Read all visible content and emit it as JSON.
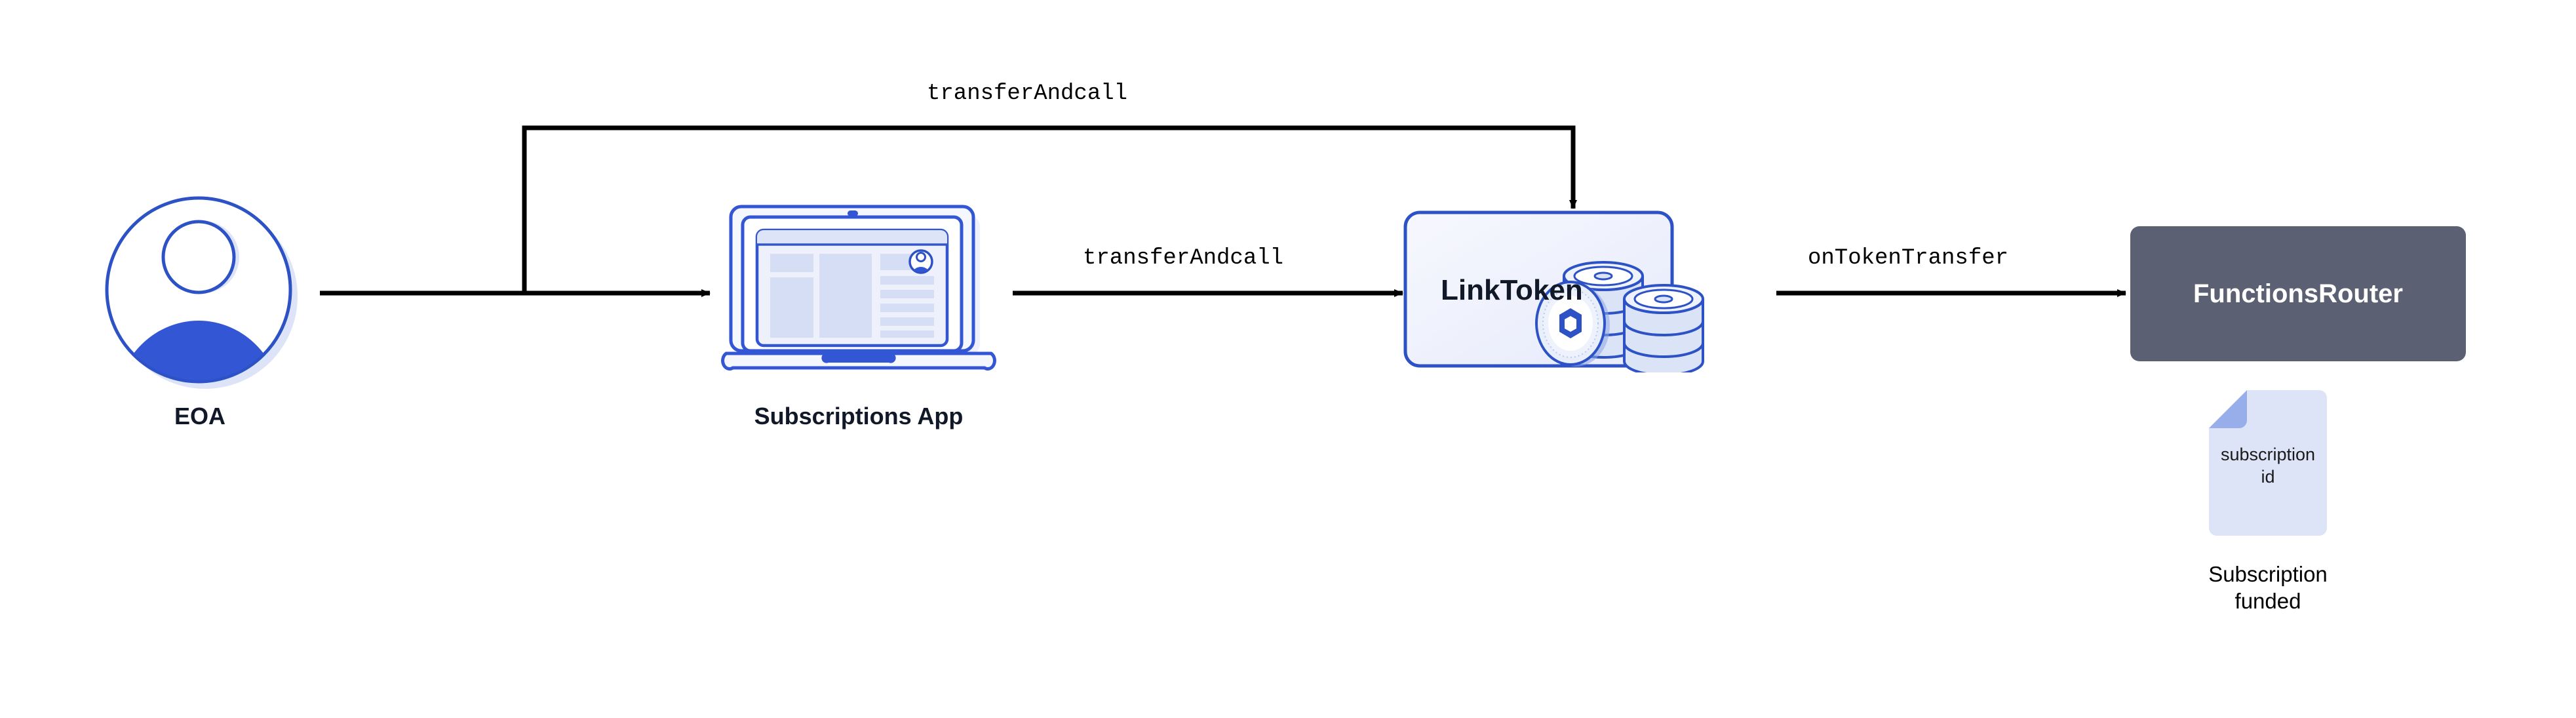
{
  "diagram": {
    "title": "Chainlink Functions subscription funding flow",
    "background_color": "#ffffff",
    "nodes": [
      {
        "id": "eoa",
        "label": "EOA",
        "icon": "user-avatar-icon",
        "kind": "actor",
        "label_color": "#111827",
        "accent_color": "#2d52c6",
        "shadow_color": "#dde4f8"
      },
      {
        "id": "subscriptions-app",
        "label": "Subscriptions App",
        "icon": "laptop-icon",
        "kind": "application",
        "label_color": "#111827",
        "accent_color": "#3256d4",
        "screen_fill": "#eaeefb"
      },
      {
        "id": "linktoken",
        "label": "LinkToken",
        "icon": "link-coin-stack-icon",
        "kind": "contract",
        "label_color": "#111827",
        "border_color": "#2d52c6",
        "fill_color": "#f4f6fe"
      },
      {
        "id": "functionsrouter",
        "label": "FunctionsRouter",
        "icon": "",
        "kind": "contract",
        "label_color": "#ffffff",
        "fill_color": "#5b6072"
      }
    ],
    "edges": [
      {
        "id": "eoa-to-app",
        "label": "",
        "from": "eoa",
        "to": "subscriptions-app",
        "color": "#000000"
      },
      {
        "id": "eoa-to-linktoken",
        "label": "transferAndcall",
        "from": "eoa",
        "to": "linktoken",
        "color": "#000000",
        "label_position": "top"
      },
      {
        "id": "app-to-linktoken",
        "label": "transferAndcall",
        "from": "subscriptions-app",
        "to": "linktoken",
        "color": "#000000",
        "label_position": "above-line"
      },
      {
        "id": "linktoken-to-router",
        "label": "onTokenTransfer",
        "from": "linktoken",
        "to": "functionsrouter",
        "color": "#000000",
        "label_position": "above-line"
      }
    ],
    "artifacts": [
      {
        "id": "subscription-id-doc",
        "doc_text_line1": "subscription",
        "doc_text_line2": "id",
        "caption_line1": "Subscription",
        "caption_line2": "funded",
        "icon": "document-icon",
        "fill_color": "#dde4f8",
        "fold_color": "#97aeeb",
        "text_color": "#1a1a1a"
      }
    ]
  }
}
